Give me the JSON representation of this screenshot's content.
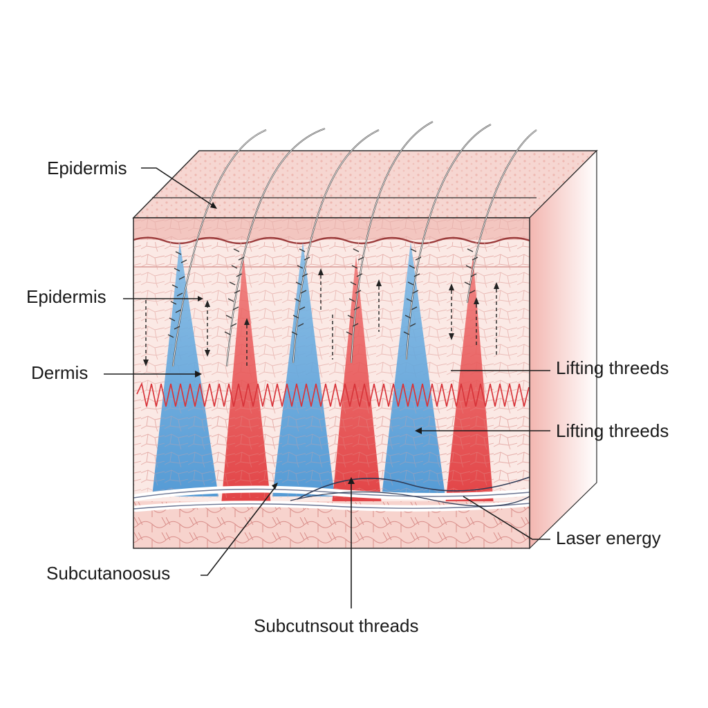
{
  "labels": {
    "epidermis_top": "Epidermis",
    "epidermis_mid": "Epidermis",
    "dermis": "Dermis",
    "lifting_1": "Lifting threeds",
    "lifting_2": "Lifting threeds",
    "laser": "Laser energy",
    "subcutaneous": "Subcutanoosus",
    "subcut_threads": "Subcutnsout threads"
  },
  "colors": {
    "skin_top": "#f6d4cf",
    "skin_layer": "#f2c3bd",
    "skin_body": "#fbe8e4",
    "blue_cone": "#5fa7dc",
    "red_cone": "#e2494a",
    "wave": "#d8343a",
    "side_face": "#f4bcb6"
  }
}
